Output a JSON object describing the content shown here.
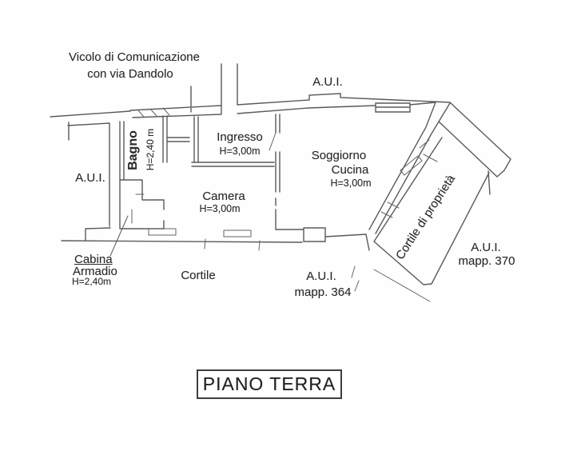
{
  "colors": {
    "background": "#fefefe",
    "line": "#5a5a5a",
    "text": "#2b2b2b"
  },
  "streets": {
    "vicolo_line1": "Vicolo di Comunicazione",
    "vicolo_line2": "con via Dandolo",
    "aui_top": "A.U.I.",
    "aui_left": "A.U.I."
  },
  "rooms": {
    "bagno": {
      "label": "Bagno",
      "height": "H=2,40 m"
    },
    "ingresso": {
      "label": "Ingresso",
      "height": "H=3,00m"
    },
    "soggiorno": {
      "label_line1": "Soggiorno",
      "label_line2": "Cucina",
      "height": "H=3,00m"
    },
    "camera": {
      "label": "Camera",
      "height": "H=3,00m"
    },
    "cabina_armadio": {
      "label_line1": "Cabina",
      "label_line2": "Armadio",
      "height": "H=2,40m"
    },
    "cortile": {
      "label": "Cortile"
    },
    "cortile_proprieta": {
      "label": "Cortile di proprietà"
    }
  },
  "parcels": {
    "aui_mapp_370": {
      "line1": "A.U.I.",
      "line2": "mapp. 370"
    },
    "aui_mapp_364": {
      "line1": "A.U.I.",
      "line2": "mapp. 364"
    }
  },
  "title": "PIANO TERRA"
}
